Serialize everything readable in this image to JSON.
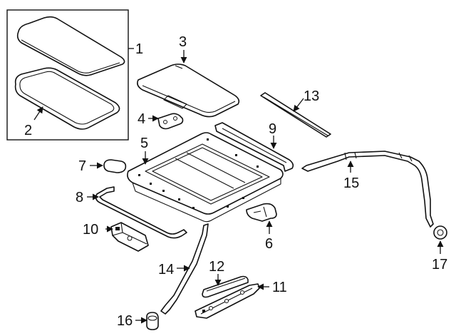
{
  "diagram": {
    "callouts": [
      "1",
      "2",
      "3",
      "4",
      "5",
      "6",
      "7",
      "8",
      "9",
      "10",
      "11",
      "12",
      "13",
      "14",
      "15",
      "16",
      "17"
    ],
    "line_color": "#111111",
    "background": "#ffffff"
  }
}
